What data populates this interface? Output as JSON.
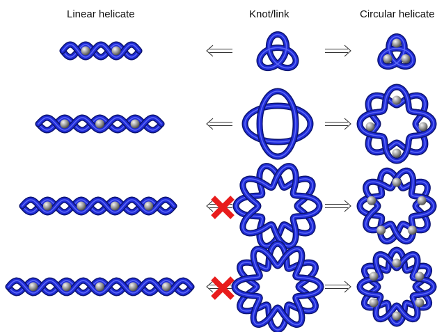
{
  "headers": {
    "linear": "Linear helicate",
    "knot": "Knot/link",
    "circular": "Circular helicate"
  },
  "colors": {
    "strand": "#1f2bd6",
    "strand_dark": "#0c1470",
    "strand_light": "#6b78ff",
    "metal_ion": "#9a9a9a",
    "arrow": "#333333",
    "cross": "#e81c1c"
  },
  "rows": [
    {
      "metal_ions": 2,
      "knot_lobes": 3,
      "linear_allowed": true
    },
    {
      "metal_ions": 3,
      "knot_lobes": 4,
      "linear_allowed": true
    },
    {
      "metal_ions": 4,
      "knot_lobes": 5,
      "linear_allowed": false
    },
    {
      "metal_ions": 5,
      "knot_lobes": 6,
      "linear_allowed": false
    }
  ]
}
